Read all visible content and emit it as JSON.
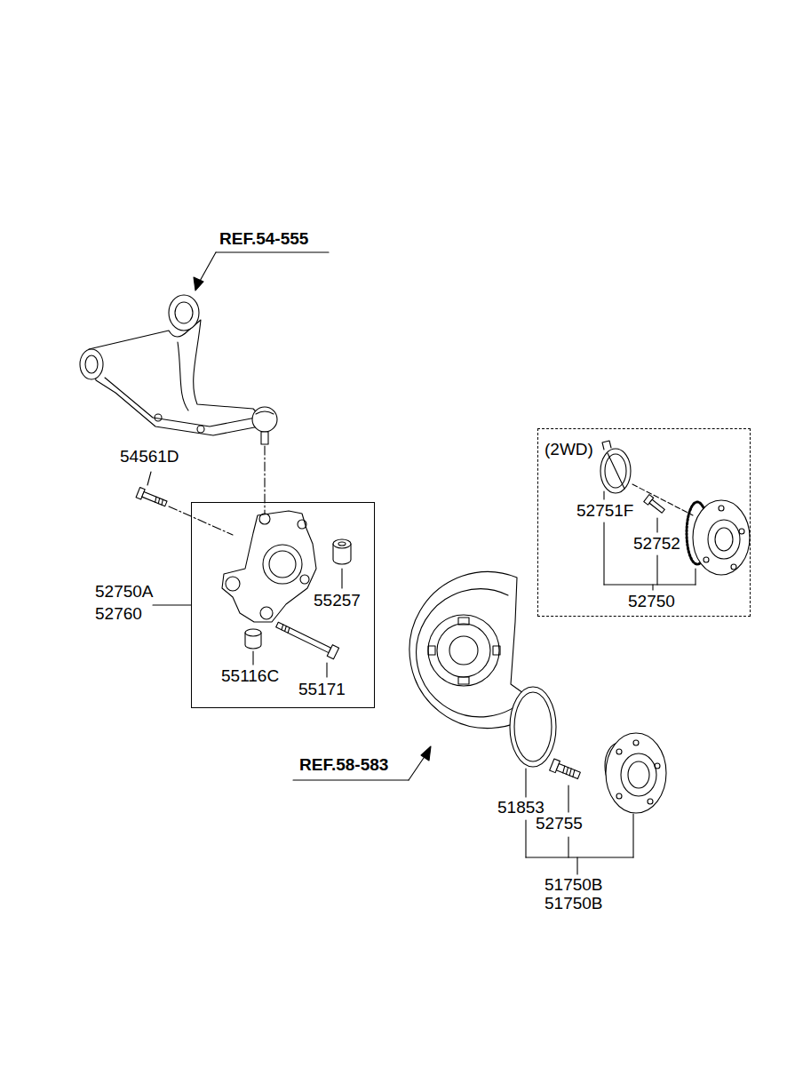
{
  "diagram": {
    "nodes": [
      {
        "text": [
          "55257",
          "55116C",
          "55171"
        ]
      },
      {
        "text": [
          "(2WD)",
          "52751F",
          "52752",
          "52750"
        ]
      }
    ],
    "labels": [
      "REF.54-555",
      "54561D",
      "52750A",
      "52760",
      "REF.58-583",
      "51853",
      "52755",
      "51750B",
      "51750B"
    ]
  }
}
